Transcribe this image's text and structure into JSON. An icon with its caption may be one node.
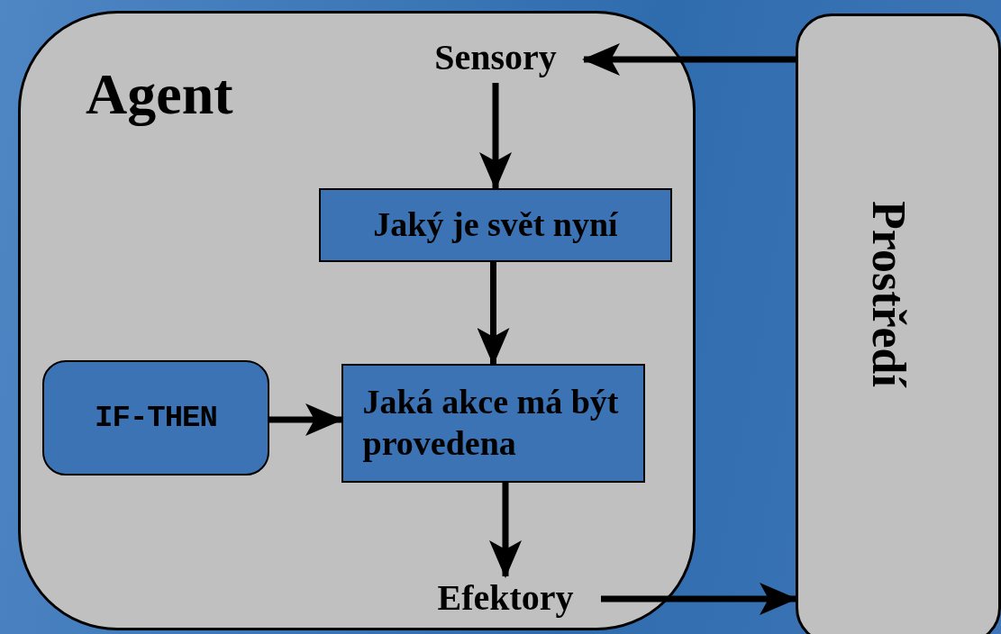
{
  "diagram": {
    "nodes": [
      {
        "text": [
          "Agent"
        ]
      },
      {
        "text": [
          "Sensory"
        ],
        "in": 0
      },
      {
        "text": [
          "Jaký je svět nyní"
        ],
        "in": 0
      },
      {
        "text": [
          "IF-THEN"
        ],
        "in": 0
      },
      {
        "text": [
          "Jaká akce má být provedena"
        ],
        "in": 0
      },
      {
        "text": [
          "Efektory"
        ],
        "in": 0
      },
      {
        "text": [
          "Prostředí"
        ]
      }
    ],
    "edges": [
      {
        "from": 6,
        "to": 1,
        "arrow": "to"
      },
      {
        "from": 1,
        "to": 2,
        "arrow": "to"
      },
      {
        "from": 2,
        "to": 4,
        "arrow": "to"
      },
      {
        "from": 3,
        "to": 4,
        "arrow": "to"
      },
      {
        "from": 4,
        "to": 5,
        "arrow": "to"
      },
      {
        "from": 5,
        "to": 6,
        "arrow": "to"
      }
    ]
  }
}
